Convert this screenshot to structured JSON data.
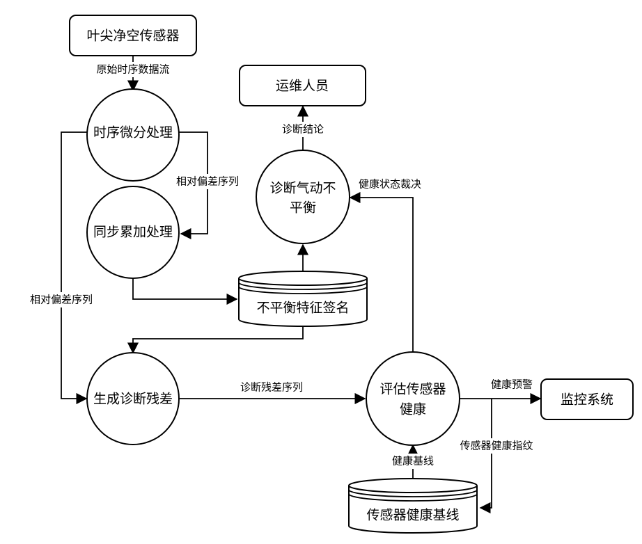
{
  "nodes": {
    "sensor": "叶尖净空传感器",
    "ops": "运维人员",
    "monitor": "监控系统",
    "p_diff": "时序微分处理",
    "p_sync": "同步累加处理",
    "p_diag_line1": "诊断气动不",
    "p_diag_line2": "平衡",
    "p_resid": "生成诊断残差",
    "p_eval_line1": "评估传感器",
    "p_eval_line2": "健康",
    "ds_sig": "不平衡特征签名",
    "ds_base": "传感器健康基线"
  },
  "edges": {
    "raw_stream": "原始时序数据流",
    "rel_dev_1": "相对偏差序列",
    "rel_dev_2": "相对偏差序列",
    "diag_conclusion": "诊断结论",
    "health_verdict": "健康状态裁决",
    "diag_resid_seq": "诊断残差序列",
    "health_alert": "健康预警",
    "fingerprint": "传感器健康指纹",
    "baseline": "健康基线"
  }
}
